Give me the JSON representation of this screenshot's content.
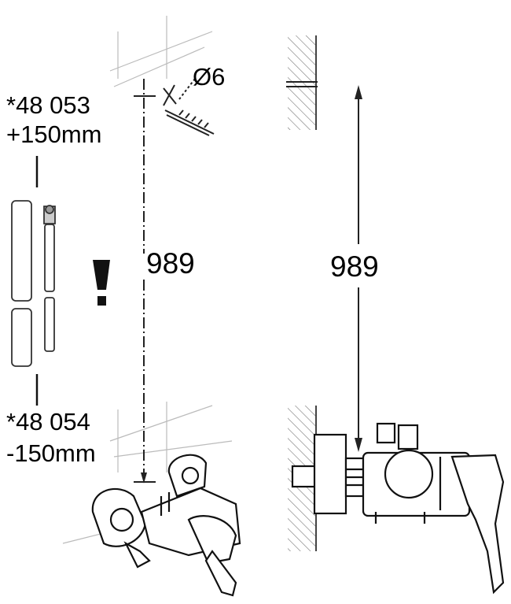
{
  "labels": {
    "hole_diameter": "Ø6",
    "ext_long_code": "*48 053",
    "ext_long_len": "+150mm",
    "ext_short_code": "*48 054",
    "ext_short_len": "-150mm",
    "dim_front": "989",
    "dim_side": "989"
  }
}
